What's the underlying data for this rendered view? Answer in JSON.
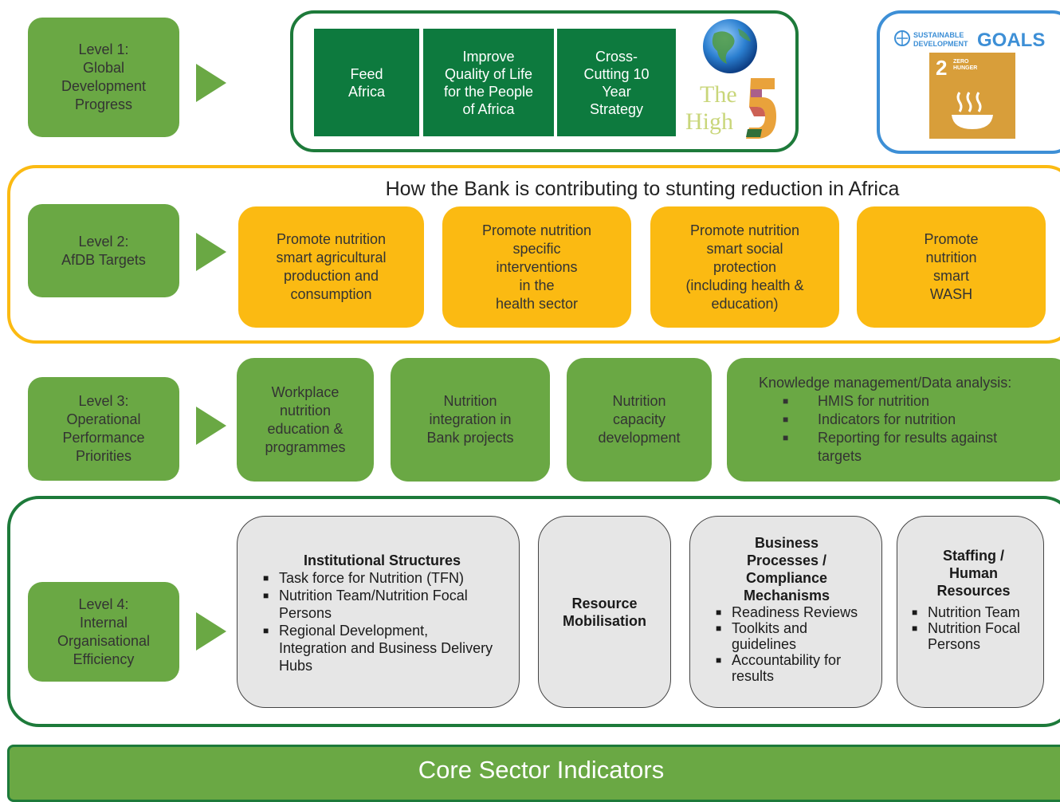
{
  "level1": {
    "label": "Level 1:\nGlobal\nDevelopment\nProgress",
    "boxes": [
      "Feed\nAfrica",
      "Improve\nQuality of Life\nfor the People\nof Africa",
      "Cross-\nCutting 10\nYear\nStrategy"
    ],
    "high5_text": "The High",
    "high5_number": "5",
    "sdg_title": "SUSTAINABLE DEVELOPMENT GOALS",
    "sdg_number": "2",
    "sdg_name": "ZERO HUNGER"
  },
  "level2": {
    "label": "Level 2:\nAfDB Targets",
    "heading": "How the Bank is contributing to stunting reduction in Africa",
    "boxes": [
      "Promote nutrition\nsmart agricultural\nproduction and\nconsumption",
      "Promote nutrition\nspecific\ninterventions\nin the\nhealth sector",
      "Promote nutrition\nsmart social\nprotection\n(including health &\neducation)",
      "Promote\nnutrition\nsmart\nWASH"
    ]
  },
  "level3": {
    "label": "Level 3:\nOperational\nPerformance\nPriorities",
    "boxes": [
      "Workplace\nnutrition\neducation &\nprogrammes",
      "Nutrition\nintegration in\nBank projects",
      "Nutrition\ncapacity\ndevelopment"
    ],
    "knowledge": {
      "title": "Knowledge management/Data analysis:",
      "items": [
        "HMIS for nutrition",
        "Indicators for nutrition",
        "Reporting for results against targets"
      ]
    }
  },
  "level4": {
    "label": "Level 4:\nInternal\nOrganisational\nEfficiency",
    "institutional": {
      "title": "Institutional Structures",
      "items": [
        "Task force for Nutrition (TFN)",
        "Nutrition Team/Nutrition Focal Persons",
        "Regional Development, Integration and Business Delivery Hubs"
      ]
    },
    "resource": "Resource\nMobilisation",
    "business": {
      "title": "Business\nProcesses /\nCompliance\nMechanisms",
      "items": [
        "Readiness Reviews",
        "Toolkits and guidelines",
        "Accountability for results"
      ]
    },
    "staffing": {
      "title": "Staffing /\nHuman\nResources",
      "items": [
        "Nutrition Team",
        "Nutrition Focal Persons"
      ]
    }
  },
  "footer": {
    "label": "Core Sector Indicators"
  },
  "colors": {
    "level_green": "#6aa844",
    "dark_green": "#0d7a3e",
    "yellow": "#fbba12",
    "sdg_blue": "#3d8fd6",
    "sdg_orange": "#d89e3a",
    "grey": "#e6e6e6"
  }
}
